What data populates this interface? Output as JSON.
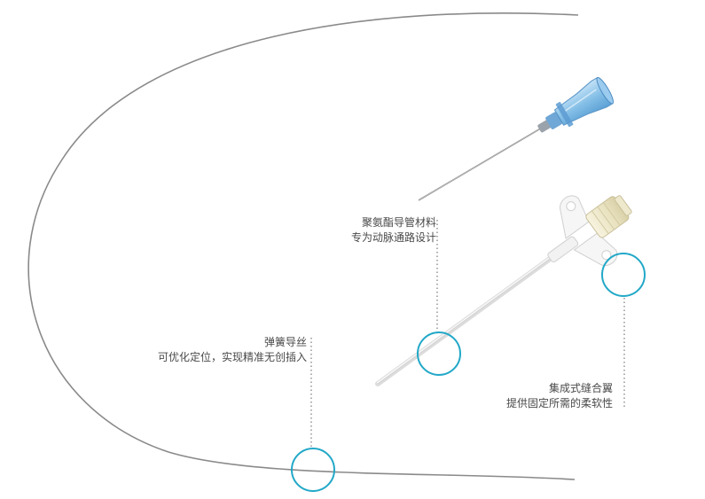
{
  "callouts": {
    "polyurethane": {
      "title": "聚氨酯导管材料",
      "subtitle": "专为动脉通路设计"
    },
    "spring_guidewire": {
      "title": "弹簧导丝",
      "subtitle": "可优化定位，实现精准无创插入"
    },
    "suture_wing": {
      "title": "集成式缝合翼",
      "subtitle": "提供固定所需的柔软性"
    }
  },
  "colors": {
    "callout_ring": "#22a8c8",
    "guidewire": "#8a8a8a",
    "needle_hub": "#6fb0e0",
    "catheter": "#ececec",
    "dotted_leader": "#777777"
  }
}
